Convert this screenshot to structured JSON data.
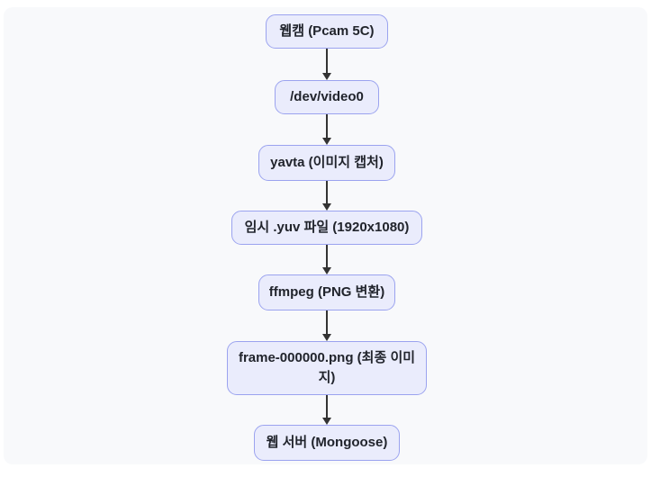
{
  "diagram": {
    "type": "flowchart",
    "direction": "top-down",
    "nodes": [
      {
        "id": "webcam",
        "label": "웹캠 (Pcam 5C)"
      },
      {
        "id": "dev-video0",
        "label": "/dev/video0"
      },
      {
        "id": "yavta",
        "label": "yavta (이미지 캡처)"
      },
      {
        "id": "yuv-file",
        "label": "임시 .yuv 파일 (1920x1080)"
      },
      {
        "id": "ffmpeg",
        "label": "ffmpeg (PNG 변환)"
      },
      {
        "id": "frame-png",
        "label": "frame-000000.png (최종 이미지)"
      },
      {
        "id": "web-server",
        "label": "웹 서버 (Mongoose)"
      }
    ],
    "edges": [
      {
        "from": "webcam",
        "to": "dev-video0"
      },
      {
        "from": "dev-video0",
        "to": "yavta"
      },
      {
        "from": "yavta",
        "to": "yuv-file"
      },
      {
        "from": "yuv-file",
        "to": "ffmpeg"
      },
      {
        "from": "ffmpeg",
        "to": "frame-png"
      },
      {
        "from": "frame-png",
        "to": "web-server"
      }
    ],
    "colors": {
      "page_bg": "#ffffff",
      "canvas_bg": "#f8f9fb",
      "node_fill": "#eaecfc",
      "node_border": "#9ba3ef",
      "node_text": "#21242c",
      "arrow": "#333333"
    }
  }
}
